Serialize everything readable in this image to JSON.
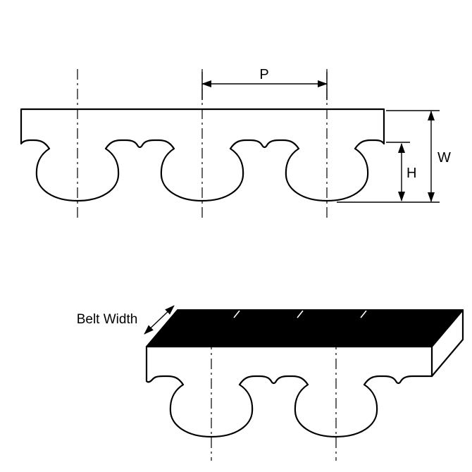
{
  "diagram": {
    "labels": {
      "pitch": "P",
      "width": "W",
      "height": "H",
      "belt_width": "Belt Width"
    },
    "colors": {
      "line": "#000000",
      "top_face_fill": "#000000",
      "belt_fill": "#ffffff",
      "background": "#ffffff"
    }
  }
}
